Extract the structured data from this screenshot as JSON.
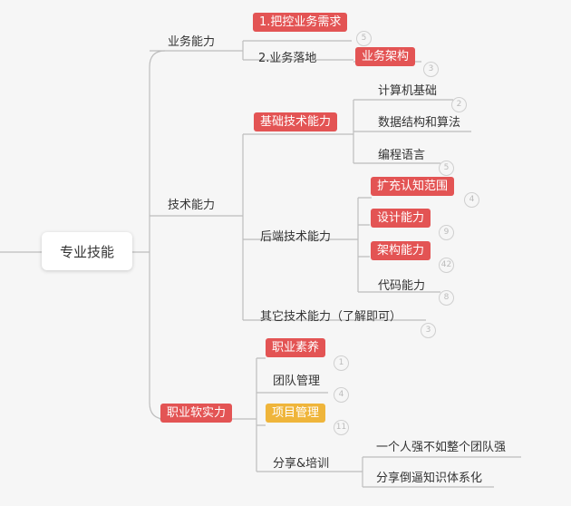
{
  "root": "专业技能",
  "branches": {
    "business": {
      "label": "业务能力",
      "items": [
        "1.把控业务需求",
        "2.业务落地",
        "业务架构"
      ]
    },
    "tech": {
      "label": "技术能力",
      "basic": {
        "label": "基础技术能力",
        "items": [
          "计算机基础",
          "数据结构和算法",
          "编程语言"
        ]
      },
      "backend": {
        "label": "后端技术能力",
        "items": [
          "扩充认知范围",
          "设计能力",
          "架构能力",
          "代码能力"
        ]
      },
      "other": "其它技术能力（了解即可）"
    },
    "soft": {
      "label": "职业软实力",
      "items": [
        "职业素养",
        "团队管理",
        "项目管理"
      ],
      "share": {
        "label": "分享&培训",
        "items": [
          "一个人强不如整个团队强",
          "分享倒逼知识体系化"
        ]
      }
    }
  },
  "badges": [
    "5",
    "3",
    "2",
    "5",
    "4",
    "9",
    "42",
    "8",
    "3",
    "1",
    "4",
    "11"
  ],
  "colors": {
    "red_tag": "#e35454",
    "orange_tag": "#efb53b",
    "line": "#bdbdbd",
    "background": "#f6f6f6"
  }
}
